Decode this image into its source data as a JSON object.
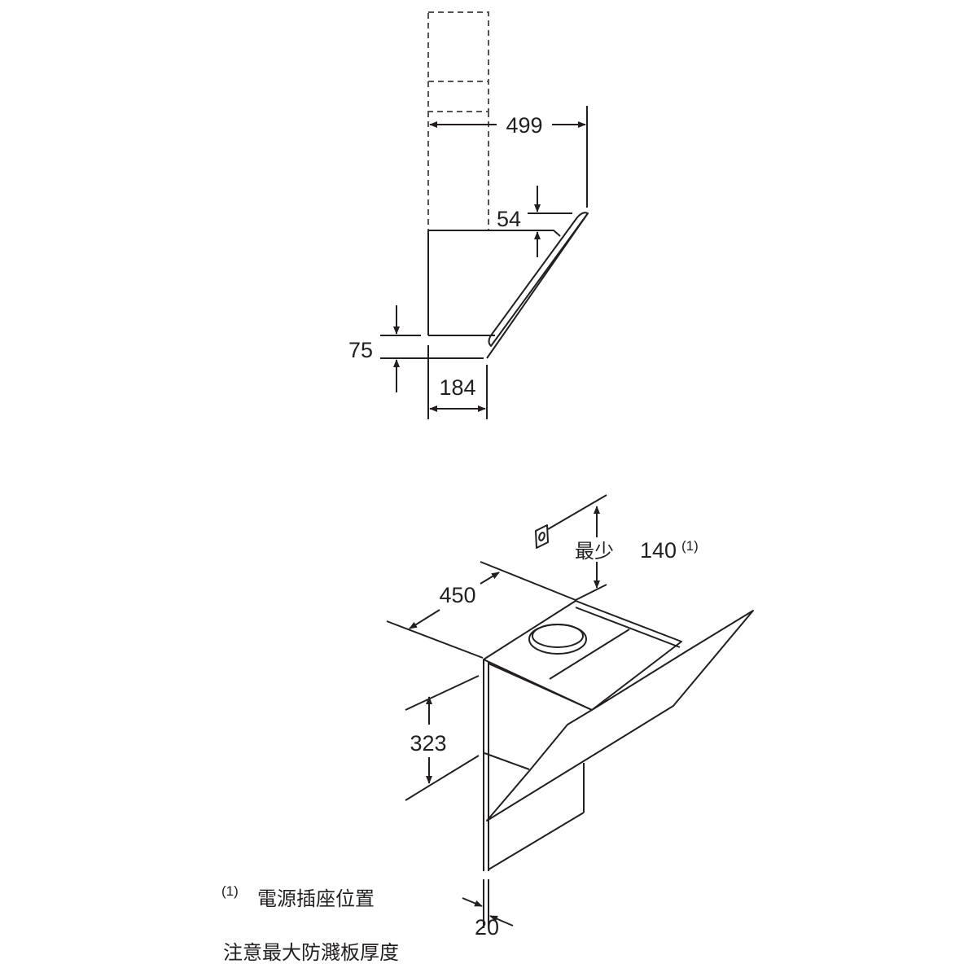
{
  "side_view": {
    "dim_width_total": "499",
    "dim_glass_top": "54",
    "dim_glass_bottom": "75",
    "dim_depth_bottom": "184"
  },
  "iso_view": {
    "dim_socket_label": "最少",
    "dim_socket_value": "140",
    "dim_socket_note": "(1)",
    "dim_depth": "450",
    "dim_height": "323",
    "dim_panel_thickness": "20"
  },
  "notes": {
    "footnote_marker": "(1)",
    "footnote_text": "電源插座位置",
    "warning_text": "注意最大防濺板厚度"
  }
}
